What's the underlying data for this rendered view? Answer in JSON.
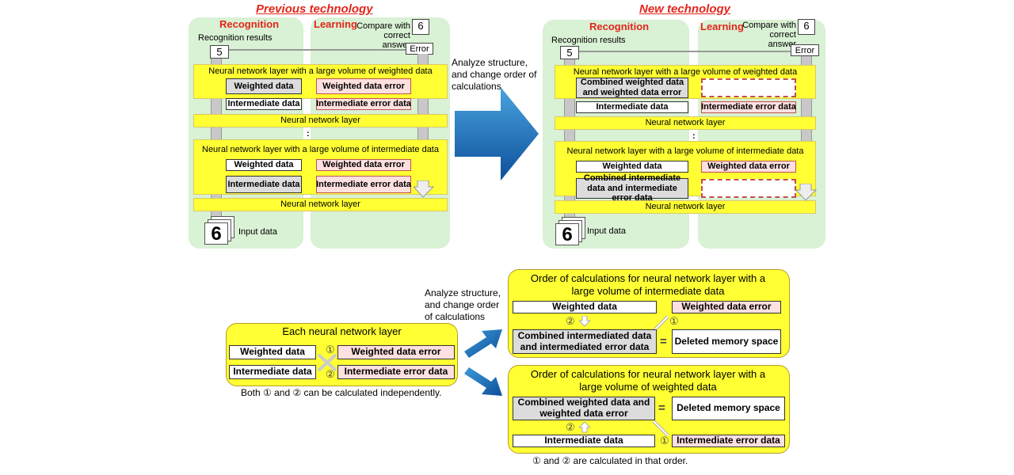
{
  "previous": {
    "heading": "Previous technology",
    "recognition": "Recognition",
    "learning": "Learning",
    "compare": "Compare with correct answer",
    "results": "Recognition results",
    "num5": "5",
    "num6": "6",
    "error": "Error",
    "layer_weighted": "Neural network layer with a large volume of weighted data",
    "weighted_data": "Weighted data",
    "weighted_data_error": "Weighted data error",
    "intermediate_data": "Intermediate data",
    "intermediate_error_data": "Intermediate error data",
    "nn_layer": "Neural network layer",
    "dots": ":",
    "layer_intermediate": "Neural network layer with a large volume of intermediate data",
    "input_data": "Input data",
    "input_digit": "6"
  },
  "arrow_note": "Analyze structure, and change order of calculations",
  "new": {
    "heading": "New technology",
    "recognition": "Recognition",
    "learning": "Learning",
    "compare": "Compare with correct answer",
    "results": "Recognition results",
    "num5": "5",
    "num6": "6",
    "error": "Error",
    "layer_weighted": "Neural network layer with a large volume of weighted data",
    "combined_weighted": "Combined weighted data and weighted data error",
    "intermediate_data": "Intermediate data",
    "intermediate_error_data": "Intermediate error data",
    "nn_layer": "Neural network layer",
    "dots": ":",
    "layer_intermediate": "Neural network layer with a large volume of intermediate data",
    "weighted_data": "Weighted data",
    "weighted_data_error": "Weighted data error",
    "combined_intermediate": "Combined intermediate data and intermediate error data",
    "input_data": "Input data",
    "input_digit": "6"
  },
  "bottom": {
    "note": "Analyze structure, and change order of calculations",
    "each": {
      "title": "Each neural network layer",
      "weighted_data": "Weighted data",
      "weighted_data_error": "Weighted data error",
      "intermediate_data": "Intermediate data",
      "intermediate_error_data": "Intermediate error data",
      "c1": "①",
      "c2": "②",
      "caption": "Both ① and ② can be calculated independently."
    },
    "order_intermediate": {
      "title": "Order of calculations for neural network layer with a large volume of intermediate data",
      "weighted_data": "Weighted data",
      "weighted_data_error": "Weighted data error",
      "combined": "Combined intermediated data and intermediated error data",
      "deleted": "Deleted memory space",
      "c1": "①",
      "c2": "②",
      "eq": "="
    },
    "order_weighted": {
      "title": "Order of calculations for neural network layer with a large volume of weighted data",
      "combined": "Combined weighted data and weighted data error",
      "deleted": "Deleted memory space",
      "intermediate_data": "Intermediate data",
      "intermediate_error_data": "Intermediate error data",
      "c1": "①",
      "c2": "②",
      "eq": "=",
      "caption": "① and ② are calculated in that order."
    }
  }
}
